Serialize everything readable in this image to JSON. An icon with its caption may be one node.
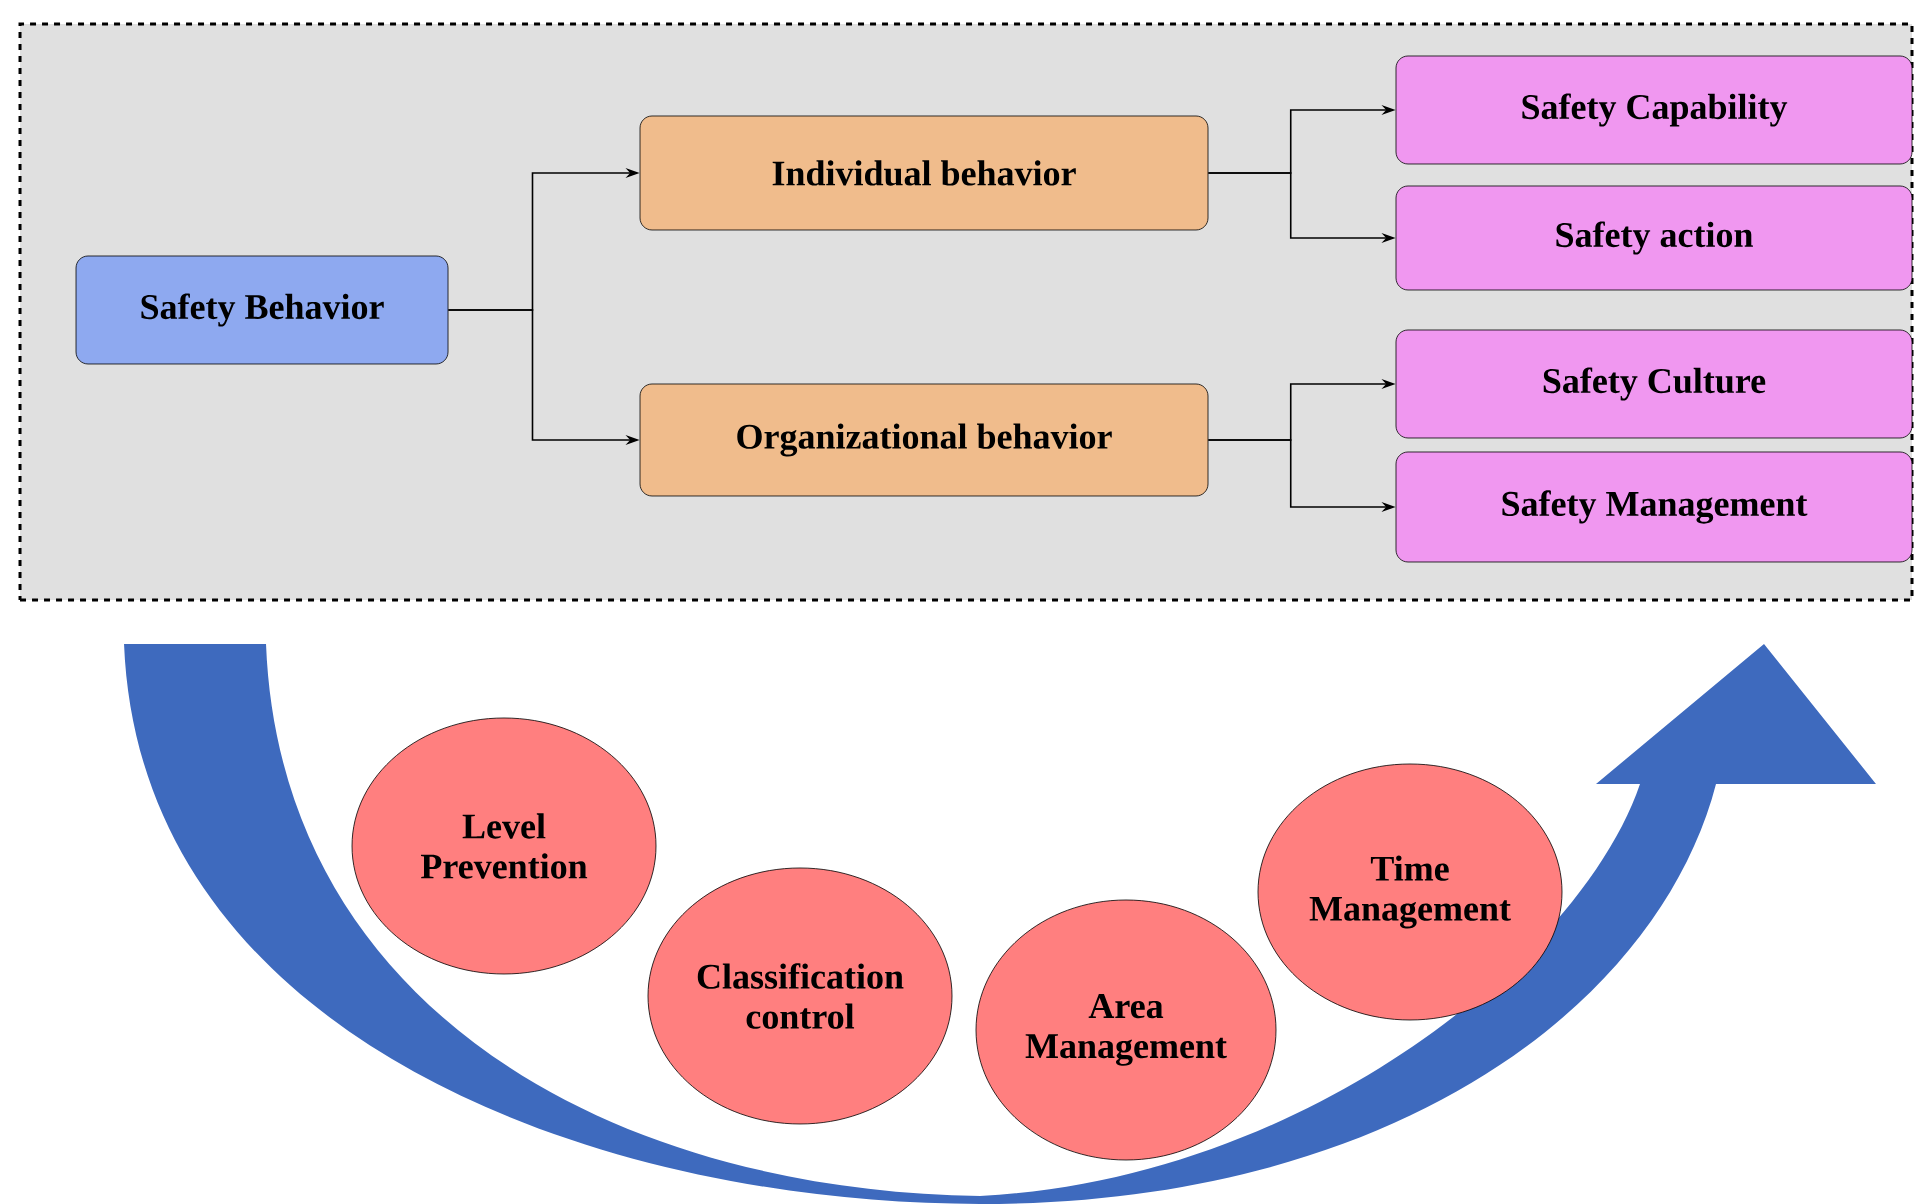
{
  "diagram": {
    "nodes": [
      {
        "text": [],
        "shape": "box"
      },
      {
        "text": [
          "Safety Behavior"
        ],
        "in": 0
      },
      {
        "text": [
          "Individual behavior"
        ],
        "in": 0
      },
      {
        "text": [
          "Organizational behavior"
        ],
        "in": 0
      },
      {
        "text": [
          "Safety Capability"
        ],
        "in": 0
      },
      {
        "text": [
          "Safety action"
        ],
        "in": 0
      },
      {
        "text": [
          "Safety Culture"
        ],
        "in": 0
      },
      {
        "text": [
          "Safety Management"
        ],
        "in": 0
      },
      {
        "text": [
          "Level Prevention"
        ]
      },
      {
        "text": [
          "Classification control"
        ]
      },
      {
        "text": [
          "Area Management"
        ]
      },
      {
        "text": [
          "Time Management"
        ]
      }
    ],
    "edges": [
      {
        "from": 1,
        "to": 2,
        "arrow": "to"
      },
      {
        "from": 1,
        "to": 3,
        "arrow": "to"
      },
      {
        "from": 2,
        "to": 4,
        "arrow": "to"
      },
      {
        "from": 2,
        "to": 5,
        "arrow": "to"
      },
      {
        "from": 3,
        "to": 6,
        "arrow": "to"
      },
      {
        "from": 3,
        "to": 7,
        "arrow": "to"
      }
    ]
  }
}
